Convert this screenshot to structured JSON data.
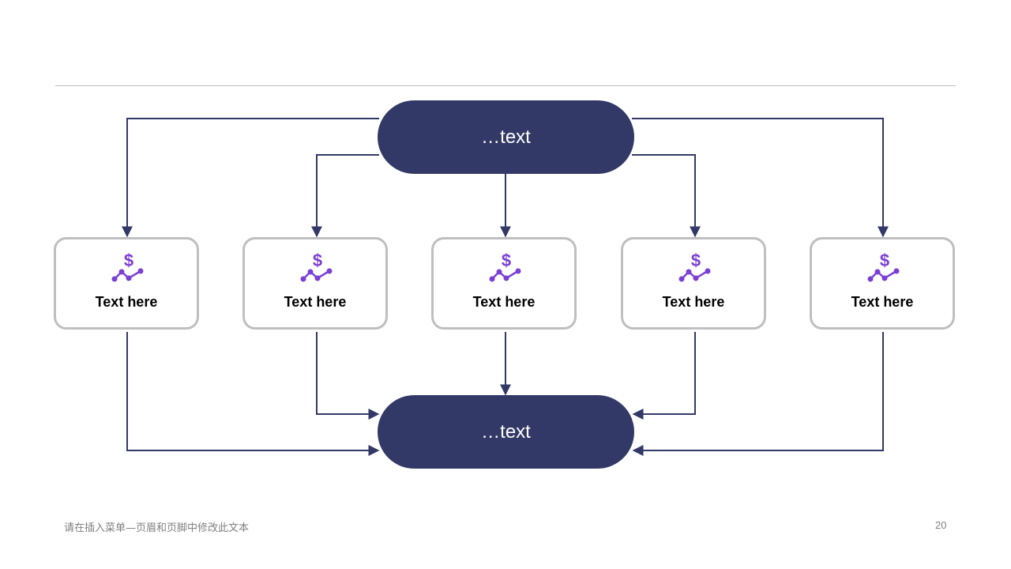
{
  "diagram": {
    "top_node": "…text",
    "bottom_node": "…text",
    "cards": [
      {
        "label": "Text here",
        "icon": "dollar-trend-icon"
      },
      {
        "label": "Text here",
        "icon": "dollar-trend-icon"
      },
      {
        "label": "Text here",
        "icon": "dollar-trend-icon"
      },
      {
        "label": "Text here",
        "icon": "dollar-trend-icon"
      },
      {
        "label": "Text here",
        "icon": "dollar-trend-icon"
      }
    ]
  },
  "footer": {
    "text": "请在插入菜单—页眉和页脚中修改此文本",
    "page_number": "20"
  },
  "colors": {
    "node_fill": "#323966",
    "connector": "#323966",
    "card_border": "#bfbfbf",
    "icon": "#7B3FD4"
  }
}
